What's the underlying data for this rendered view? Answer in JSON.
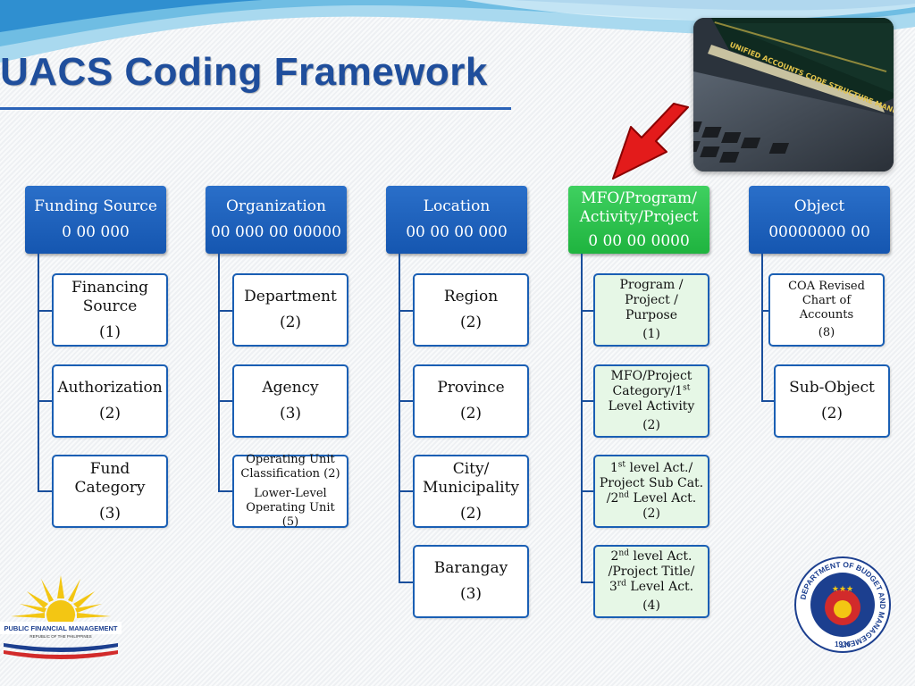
{
  "title": "UACS Coding Framework",
  "photo_caption": "UNIFIED ACCOUNTS CODE STRUCTURE MANUAL",
  "arrow_color": "#e31b1b",
  "columns": [
    {
      "name": "Funding Source",
      "code": "0 00 000",
      "color": "#1a5fb4",
      "children": [
        {
          "label": "Financing Source",
          "num": "(1)"
        },
        {
          "label": "Authorization",
          "num": "(2)"
        },
        {
          "label": "Fund Category",
          "num": "(3)"
        }
      ]
    },
    {
      "name": "Organization",
      "code": "00 000 00 00000",
      "color": "#1a5fb4",
      "children": [
        {
          "label": "Department",
          "num": "(2)"
        },
        {
          "label": "Agency",
          "num": "(3)"
        },
        {
          "label": "Operating Unit Classification (2)",
          "label2": "Lower-Level Operating Unit (5)"
        }
      ]
    },
    {
      "name": "Location",
      "code": "00 00 00 000",
      "color": "#1a5fb4",
      "children": [
        {
          "label": "Region",
          "num": "(2)"
        },
        {
          "label": "Province",
          "num": "(2)"
        },
        {
          "label": "City/ Municipality",
          "num": "(2)"
        },
        {
          "label": "Barangay",
          "num": "(3)"
        }
      ]
    },
    {
      "name": "MFO/Program/ Activity/Project",
      "code": "0 00 00 0000",
      "color": "#22b844",
      "children": [
        {
          "label": "Program / Project / Purpose",
          "num": "(1)"
        },
        {
          "label_a": "MFO/Project Category/1",
          "label_sup": "st",
          "label_b": " Level Activity",
          "num": "(2)"
        },
        {
          "a": "1",
          "a_sup": "st",
          "b": " level Act./ Project Sub Cat. /2",
          "b_sup": "nd",
          "c": " Level Act.",
          "num": "(2)"
        },
        {
          "a": "2",
          "a_sup": "nd",
          "b": " level Act. /Project Title/ 3",
          "b_sup": "rd",
          "c": " Level Act.",
          "num": "(4)"
        }
      ]
    },
    {
      "name": "Object",
      "code": "00000000 00",
      "color": "#1a5fb4",
      "children": [
        {
          "label": "COA Revised Chart of Accounts",
          "num": "(8)"
        },
        {
          "label": "Sub-Object",
          "num": "(2)"
        }
      ]
    }
  ],
  "logos": {
    "pfm_line1": "PUBLIC FINANCIAL MANAGEMENT",
    "pfm_line2": "REPUBLIC OF THE PHILIPPINES",
    "dbm_ring": "DEPARTMENT OF BUDGET AND MANAGEMENT",
    "dbm_year": "1936"
  }
}
